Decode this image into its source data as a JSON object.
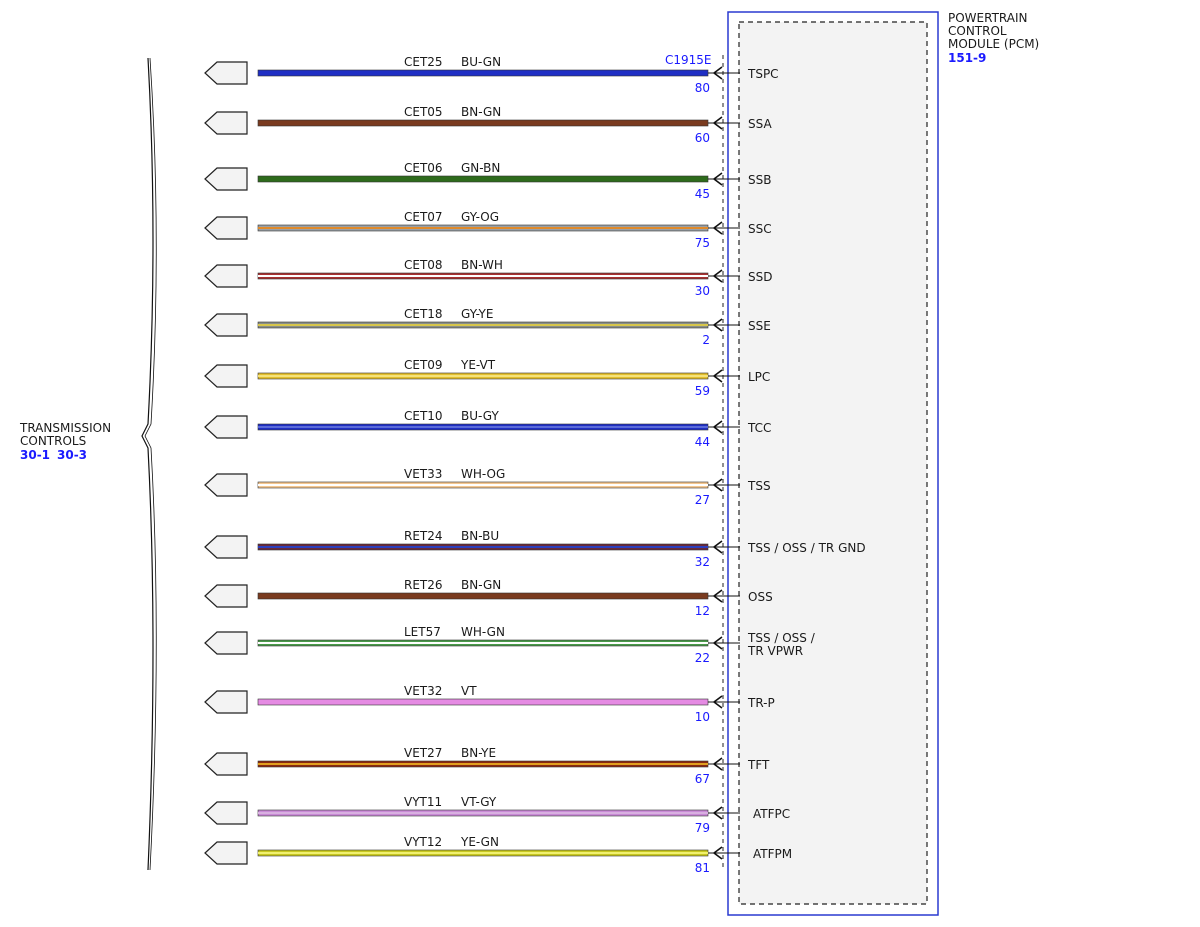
{
  "left_component": {
    "label_line1": "TRANSMISSION",
    "label_line2": "CONTROLS",
    "ref_a": "30-1",
    "ref_b": "30-3"
  },
  "module": {
    "label_line1": "POWERTRAIN",
    "label_line2": "CONTROL",
    "label_line3": "MODULE (PCM)",
    "ref": "151-9",
    "connector": "C1915E"
  },
  "wires": [
    {
      "circuit": "CET25",
      "color_code": "BU-GN",
      "pin": "80",
      "signal": [
        "TSPC"
      ],
      "base": "#1f2fc4",
      "stripe": "#1f2fc4",
      "stripe_style": "solid"
    },
    {
      "circuit": "CET05",
      "color_code": "BN-GN",
      "pin": "60",
      "signal": [
        "SSA"
      ],
      "base": "#7a3b1f",
      "stripe": "#7a3b1f",
      "stripe_style": "solid"
    },
    {
      "circuit": "CET06",
      "color_code": "GN-BN",
      "pin": "45",
      "signal": [
        "SSB"
      ],
      "base": "#2e6b1c",
      "stripe": "#2e6b1c",
      "stripe_style": "solid"
    },
    {
      "circuit": "CET07",
      "color_code": "GY-OG",
      "pin": "75",
      "signal": [
        "SSC"
      ],
      "base": "#9aa0a6",
      "stripe": "#e08a2a",
      "stripe_style": "line"
    },
    {
      "circuit": "CET08",
      "color_code": "BN-WH",
      "pin": "30",
      "signal": [
        "SSD"
      ],
      "base": "#a83232",
      "stripe": "#ffffff",
      "stripe_style": "line"
    },
    {
      "circuit": "CET18",
      "color_code": "GY-YE",
      "pin": "2",
      "signal": [
        "SSE"
      ],
      "base": "#8a8f88",
      "stripe": "#d7c64a",
      "stripe_style": "line"
    },
    {
      "circuit": "CET09",
      "color_code": "YE-VT",
      "pin": "59",
      "signal": [
        "LPC"
      ],
      "base": "#e3bf2e",
      "stripe": "#f5e27a",
      "stripe_style": "line"
    },
    {
      "circuit": "CET10",
      "color_code": "BU-GY",
      "pin": "44",
      "signal": [
        "TCC"
      ],
      "base": "#1f2fc4",
      "stripe": "#5a6ad8",
      "stripe_style": "line"
    },
    {
      "circuit": "VET33",
      "color_code": "WH-OG",
      "pin": "27",
      "signal": [
        "TSS"
      ],
      "base": "#f4c790",
      "stripe": "#ffffff",
      "stripe_style": "line"
    },
    {
      "circuit": "RET24",
      "color_code": "BN-BU",
      "pin": "32",
      "signal": [
        "TSS / OSS / TR GND"
      ],
      "base": "#6a2a3a",
      "stripe": "#2a3fc0",
      "stripe_style": "line"
    },
    {
      "circuit": "RET26",
      "color_code": "BN-GN",
      "pin": "12",
      "signal": [
        "OSS"
      ],
      "base": "#7a3b1f",
      "stripe": "#7a3b1f",
      "stripe_style": "solid"
    },
    {
      "circuit": "LET57",
      "color_code": "WH-GN",
      "pin": "22",
      "signal": [
        "TSS / OSS /",
        "TR VPWR"
      ],
      "base": "#4a9a4a",
      "stripe": "#ffffff",
      "stripe_style": "line"
    },
    {
      "circuit": "VET32",
      "color_code": "VT",
      "pin": "10",
      "signal": [
        "TR-P"
      ],
      "base": "#e58be3",
      "stripe": "#e58be3",
      "stripe_style": "solid"
    },
    {
      "circuit": "VET27",
      "color_code": "BN-YE",
      "pin": "67",
      "signal": [
        "TFT"
      ],
      "base": "#8a2a10",
      "stripe": "#e0a020",
      "stripe_style": "line"
    },
    {
      "circuit": "VYT11",
      "color_code": "VT-GY",
      "pin": "79",
      "signal": [
        "ATFPC"
      ],
      "base": "#c98ad6",
      "stripe": "#d8b0e0",
      "stripe_style": "line"
    },
    {
      "circuit": "VYT12",
      "color_code": "YE-GN",
      "pin": "81",
      "signal": [
        "ATFPM"
      ],
      "base": "#c8c820",
      "stripe": "#f0f070",
      "stripe_style": "line"
    }
  ]
}
